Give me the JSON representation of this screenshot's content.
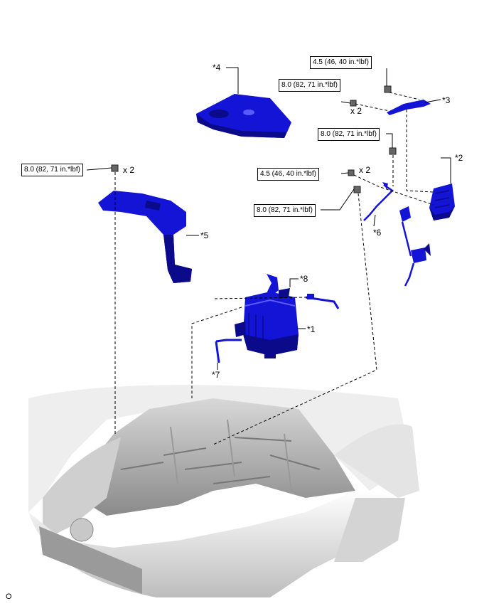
{
  "torque_specs": {
    "t1": "8.0 (82, 71 in.*lbf)",
    "t2": "4.5 (46, 40 in.*lbf)",
    "t3": "8.0 (82, 71 in.*lbf)",
    "t4": "8.0 (82, 71 in.*lbf)",
    "t5": "4.5 (46, 40 in.*lbf)",
    "t6": "8.0 (82, 71 in.*lbf)"
  },
  "quantities": {
    "q1": "x 2",
    "q2": "x 2",
    "q3": "x 2"
  },
  "callouts": {
    "c1": "*1",
    "c2": "*2",
    "c3": "*3",
    "c4": "*4",
    "c5": "*5",
    "c6": "*6",
    "c7": "*7",
    "c8": "*8"
  },
  "figure_code": "O",
  "colors": {
    "part_blue": "#1414d6",
    "part_dark": "#0a0a8a",
    "line": "#000000"
  }
}
